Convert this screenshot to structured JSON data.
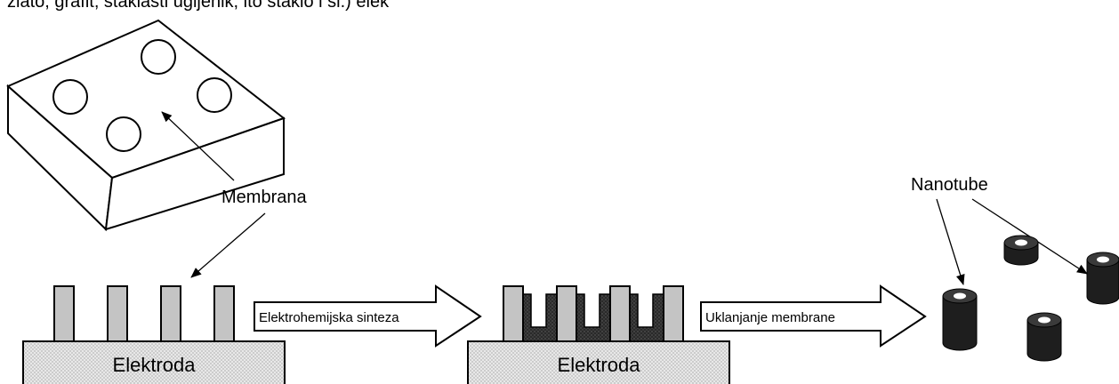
{
  "caption_top": "zlato, grafit, staklasti ugljenik, ito staklo i sl.) elek",
  "labels": {
    "membrana": "Membrana",
    "nanotube": "Nanotube",
    "elektroda_1": "Elektroda",
    "elektroda_2": "Elektroda",
    "arrow_1": "Elektrohemijska sinteza",
    "arrow_2": "Uklanjanje membrane"
  },
  "colors": {
    "line": "#000000",
    "pillar": "#c0c0c0",
    "electrode": "#e6e6e6",
    "deposit": "#2b2b2b",
    "tube": "#1a1a1a"
  }
}
